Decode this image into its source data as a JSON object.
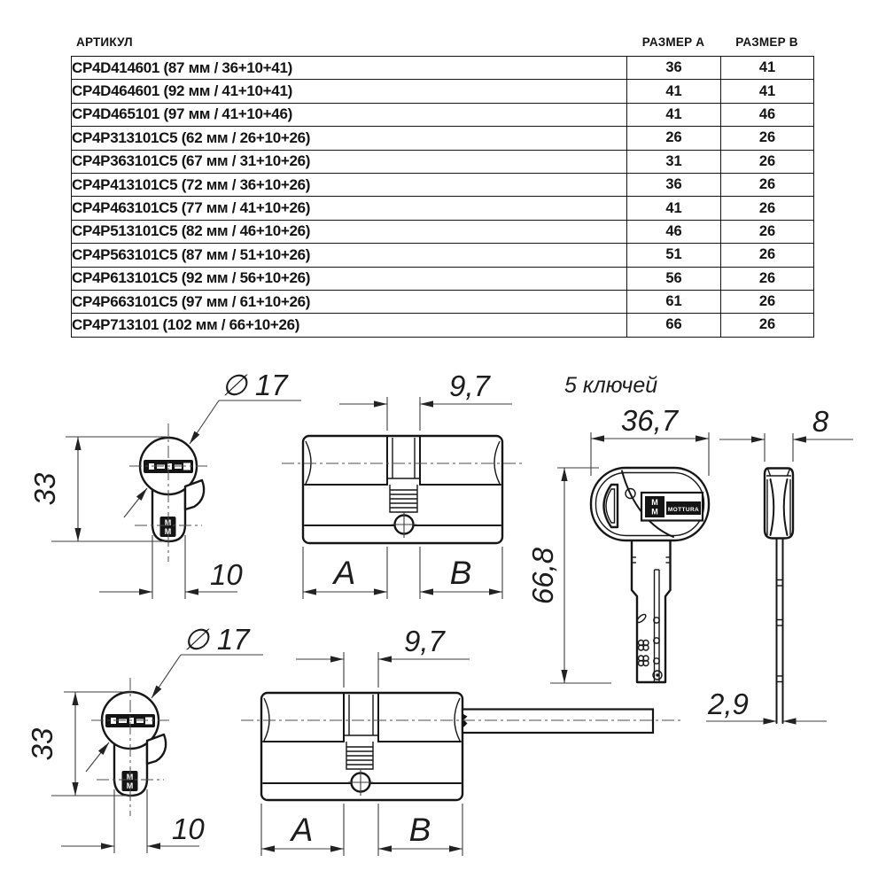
{
  "colors": {
    "line": "#161616",
    "dim_line": "#3d3d3d",
    "text": "#141414",
    "background": "#ffffff"
  },
  "table": {
    "headers": {
      "article": "АРТИКУЛ",
      "size_a": "РАЗМЕР А",
      "size_b": "РАЗМЕР В"
    },
    "rows": [
      {
        "article": "CP4D414601 (87 мм / 36+10+41)",
        "size_a": "36",
        "size_b": "41"
      },
      {
        "article": "CP4D464601 (92 мм / 41+10+41)",
        "size_a": "41",
        "size_b": "41"
      },
      {
        "article": "CP4D465101 (97 мм / 41+10+46)",
        "size_a": "41",
        "size_b": "46"
      },
      {
        "article": "CP4P313101C5 (62 мм / 26+10+26)",
        "size_a": "26",
        "size_b": "26"
      },
      {
        "article": "CP4P363101C5 (67 мм / 31+10+26)",
        "size_a": "31",
        "size_b": "26"
      },
      {
        "article": "CP4P413101C5 (72 мм / 36+10+26)",
        "size_a": "36",
        "size_b": "26"
      },
      {
        "article": "CP4P463101C5 (77 мм / 41+10+26)",
        "size_a": "41",
        "size_b": "26"
      },
      {
        "article": "CP4P513101C5 (82 мм / 46+10+26)",
        "size_a": "46",
        "size_b": "26"
      },
      {
        "article": "CP4P563101C5 (87 мм / 51+10+26)",
        "size_a": "51",
        "size_b": "26"
      },
      {
        "article": "CP4P613101C5 (92 мм / 56+10+26)",
        "size_a": "56",
        "size_b": "26"
      },
      {
        "article": "CP4P663101C5 (97 мм / 61+10+26)",
        "size_a": "61",
        "size_b": "26"
      },
      {
        "article": "CP4P713101 (102 мм / 66+10+26)",
        "size_a": "66",
        "size_b": "26"
      }
    ]
  },
  "drawings": {
    "monogram": "M",
    "front_top": {
      "diameter_label": "∅ 17",
      "height_label": "33",
      "width_label": "10"
    },
    "front_bottom": {
      "diameter_label": "∅ 17",
      "height_label": "33",
      "width_label": "10"
    },
    "cyl_top": {
      "cam_width_label": "9,7",
      "a_label": "A",
      "b_label": "B"
    },
    "cyl_bottom": {
      "cam_width_label": "9,7",
      "a_label": "A",
      "b_label": "B"
    },
    "key": {
      "count_label": "5 ключей",
      "head_width_label": "36,7",
      "length_label": "66,8",
      "brand": "MOTTURA"
    },
    "key_side": {
      "width_label": "8",
      "thickness_label": "2,9"
    }
  }
}
